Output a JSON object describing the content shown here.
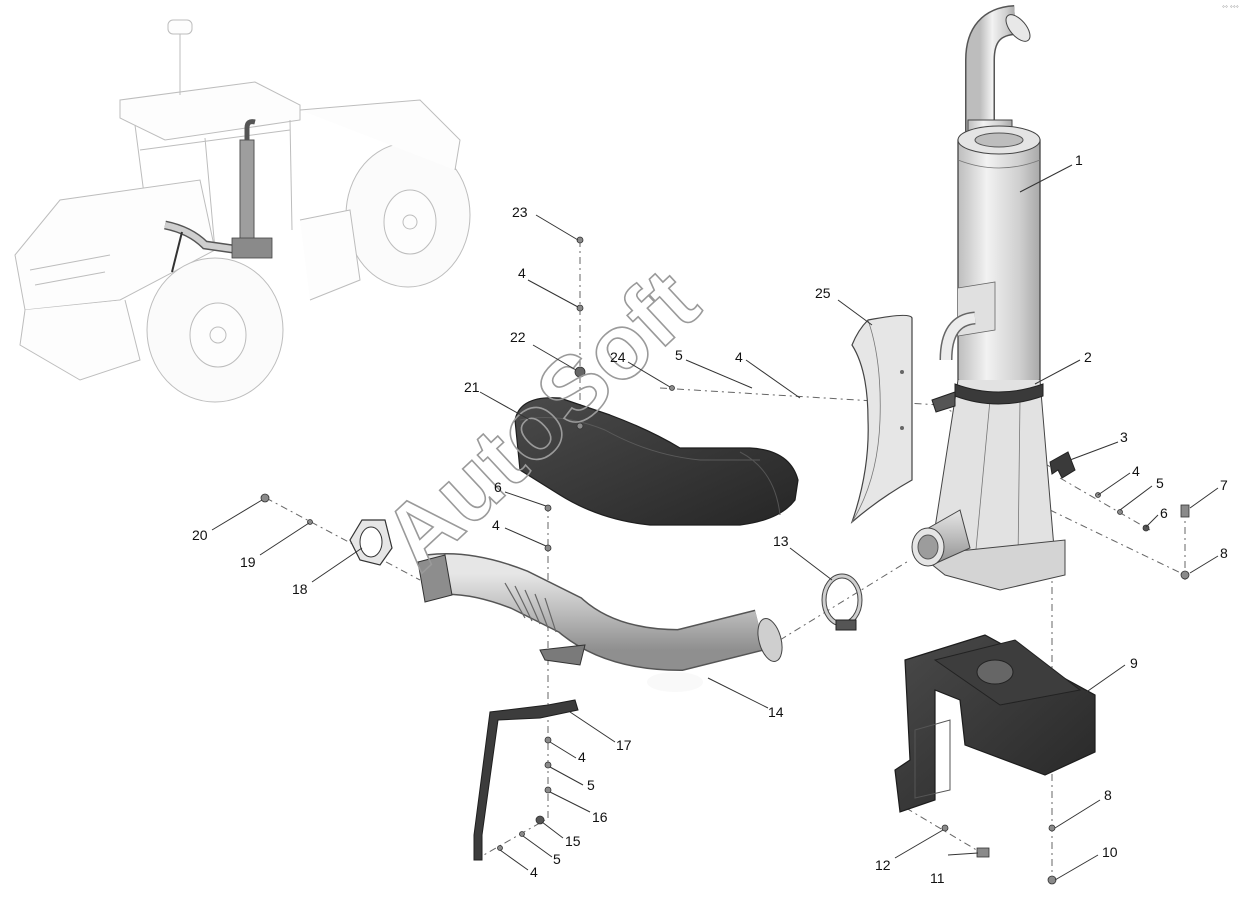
{
  "watermark": "AutoSoft",
  "corner_mark": "°° °°°",
  "callouts": [
    {
      "id": "c1",
      "text": "1"
    },
    {
      "id": "c2",
      "text": "2"
    },
    {
      "id": "c3",
      "text": "3"
    },
    {
      "id": "c4a",
      "text": "4"
    },
    {
      "id": "c4b",
      "text": "4"
    },
    {
      "id": "c4c",
      "text": "4"
    },
    {
      "id": "c4d",
      "text": "4"
    },
    {
      "id": "c4e",
      "text": "4"
    },
    {
      "id": "c4f",
      "text": "4"
    },
    {
      "id": "c5a",
      "text": "5"
    },
    {
      "id": "c5b",
      "text": "5"
    },
    {
      "id": "c5c",
      "text": "5"
    },
    {
      "id": "c5d",
      "text": "5"
    },
    {
      "id": "c6a",
      "text": "6"
    },
    {
      "id": "c6b",
      "text": "6"
    },
    {
      "id": "c7",
      "text": "7"
    },
    {
      "id": "c8a",
      "text": "8"
    },
    {
      "id": "c8b",
      "text": "8"
    },
    {
      "id": "c9",
      "text": "9"
    },
    {
      "id": "c10",
      "text": "10"
    },
    {
      "id": "c11",
      "text": "11"
    },
    {
      "id": "c12",
      "text": "12"
    },
    {
      "id": "c13",
      "text": "13"
    },
    {
      "id": "c14",
      "text": "14"
    },
    {
      "id": "c15",
      "text": "15"
    },
    {
      "id": "c16",
      "text": "16"
    },
    {
      "id": "c17",
      "text": "17"
    },
    {
      "id": "c18",
      "text": "18"
    },
    {
      "id": "c19",
      "text": "19"
    },
    {
      "id": "c20",
      "text": "20"
    },
    {
      "id": "c21",
      "text": "21"
    },
    {
      "id": "c22",
      "text": "22"
    },
    {
      "id": "c23",
      "text": "23"
    },
    {
      "id": "c24",
      "text": "24"
    },
    {
      "id": "c25",
      "text": "25"
    }
  ],
  "colors": {
    "part_dark": "#2f2f2f",
    "part_light": "#d6d6d6",
    "line": "#444444",
    "tractor_line": "#bdbdbd"
  }
}
